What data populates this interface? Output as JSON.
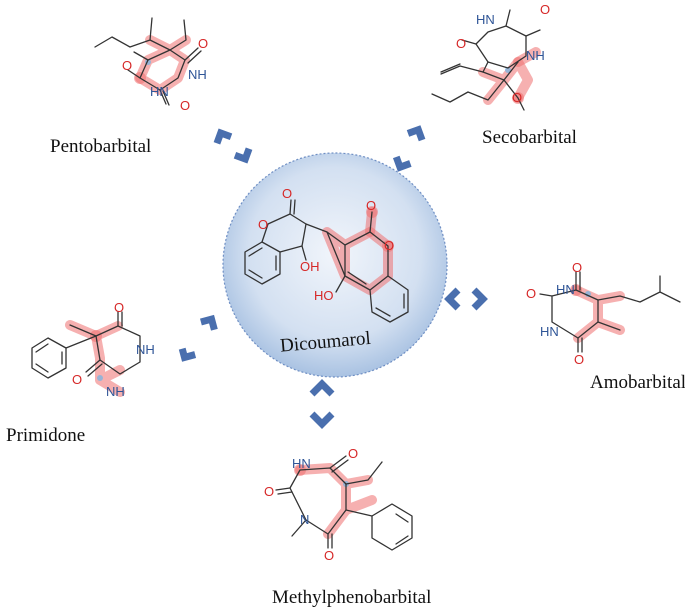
{
  "center": {
    "label": "Dicoumarol"
  },
  "drugs": [
    {
      "id": "pentobarbital",
      "label": "Pentobarbital"
    },
    {
      "id": "secobarbital",
      "label": "Secobarbital"
    },
    {
      "id": "amobarbital",
      "label": "Amobarbital"
    },
    {
      "id": "primidone",
      "label": "Primidone"
    },
    {
      "id": "methylphenobarbital",
      "label": "Methylphenobarbital"
    }
  ],
  "atoms": {
    "oxygen": "O",
    "nh": "NH",
    "hn": "HN",
    "oh": "OH",
    "ho": "HO",
    "n": "N"
  },
  "colors": {
    "highlight": "#ef7070",
    "highlight_blue": "#7fb4e0",
    "chevron": "#4a6fae",
    "oxygen": "#d62828",
    "nitrogen": "#2f5597",
    "circle_center": "#e9f0fa",
    "circle_edge": "#a4bddf"
  }
}
